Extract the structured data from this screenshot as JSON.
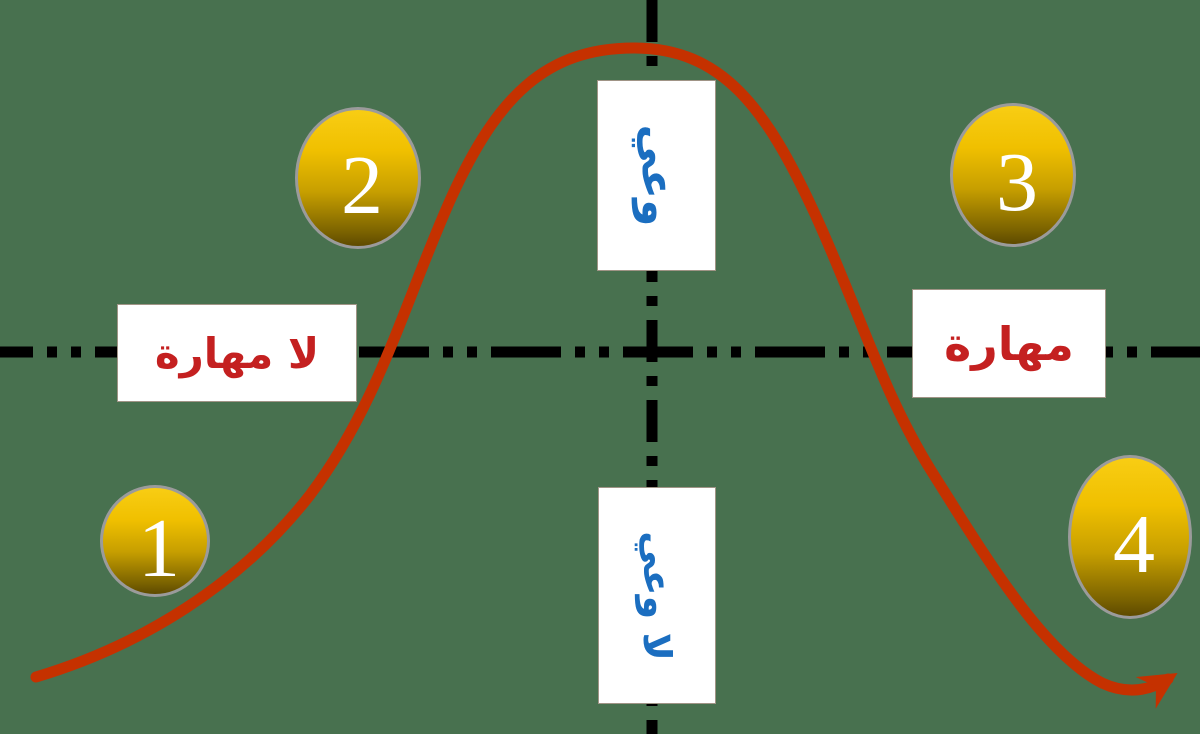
{
  "diagram": {
    "labels": {
      "no_skill": "لا مهارة",
      "skill": "مهارة",
      "awareness": "وعي",
      "no_awareness": "لا وعي"
    },
    "stages": [
      {
        "number": "1"
      },
      {
        "number": "2"
      },
      {
        "number": "3"
      },
      {
        "number": "4"
      }
    ],
    "colors": {
      "background": "#48714F",
      "curve": "#C53100",
      "axis": "#000000",
      "skill_label_text": "#C42020",
      "awareness_label_text": "#1B6EC0",
      "badge_gold_top": "#F8CD14",
      "badge_gold_bottom": "#5E4A00",
      "badge_border": "#9B9B9B",
      "badge_number": "#FFFFFF",
      "label_box": "#FFFFFF"
    }
  }
}
